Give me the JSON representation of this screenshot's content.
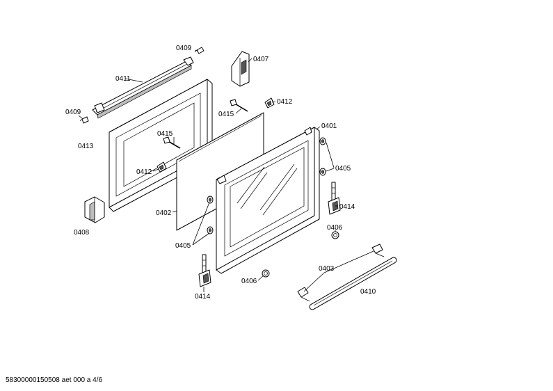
{
  "labels": {
    "p0409a": "0409",
    "p0411": "0411",
    "p0407": "0407",
    "p0409b": "0409",
    "p0415a": "0415",
    "p0412a": "0412",
    "p0413": "0413",
    "p0415b": "0415",
    "p0412b": "0412",
    "p0401": "0401",
    "p0405a": "0405",
    "p0402": "0402",
    "p0414a": "0414",
    "p0408": "0408",
    "p0406a": "0406",
    "p0405b": "0405",
    "p0403": "0403",
    "p0406b": "0406",
    "p0414b": "0414",
    "p0410": "0410"
  },
  "footer": {
    "code": "58300000150508 aet 000 a 4/6"
  }
}
